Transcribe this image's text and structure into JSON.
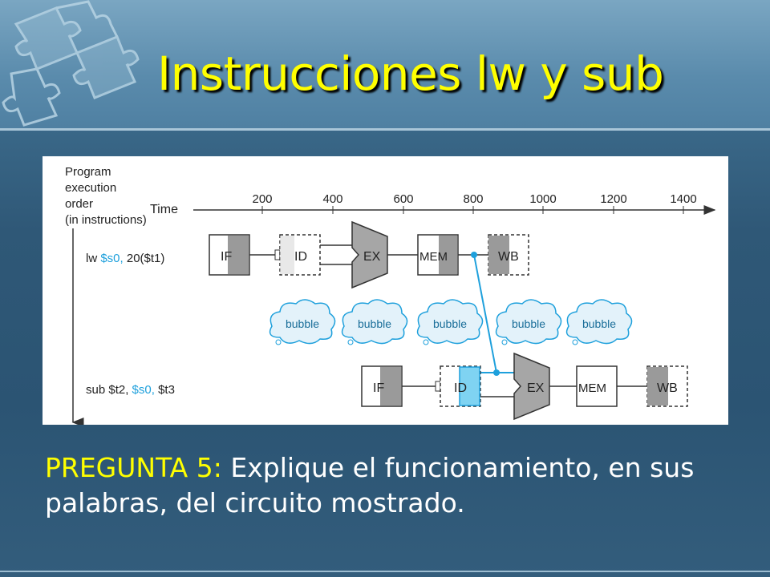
{
  "slide": {
    "title": "Instrucciones lw y sub",
    "question_label": "PREGUNTA 5:",
    "question_text": " Explique el funcionamiento, en sus palabras, del circuito mostrado."
  },
  "diagram": {
    "order_label_lines": [
      "Program",
      "execution",
      "order",
      "(in instructions)"
    ],
    "time_label": "Time",
    "time_ticks": [
      "200",
      "400",
      "600",
      "800",
      "1000",
      "1200",
      "1400"
    ],
    "instr1": {
      "parts": [
        "lw ",
        "$s0,",
        " 20($t1)"
      ]
    },
    "instr2": {
      "parts": [
        "sub $t2, ",
        "$s0,",
        " $t3"
      ]
    },
    "stages": {
      "if": "IF",
      "id": "ID",
      "ex": "EX",
      "mem": "MEM",
      "wb": "WB"
    },
    "bubble_label": "bubble",
    "colors": {
      "title": "#ffff00",
      "highlight": "#1ea0dc",
      "stage_fill": "#9a9a9a",
      "forward": "#1ea0dc"
    },
    "icons": [
      "puzzle-pieces-icon"
    ]
  }
}
